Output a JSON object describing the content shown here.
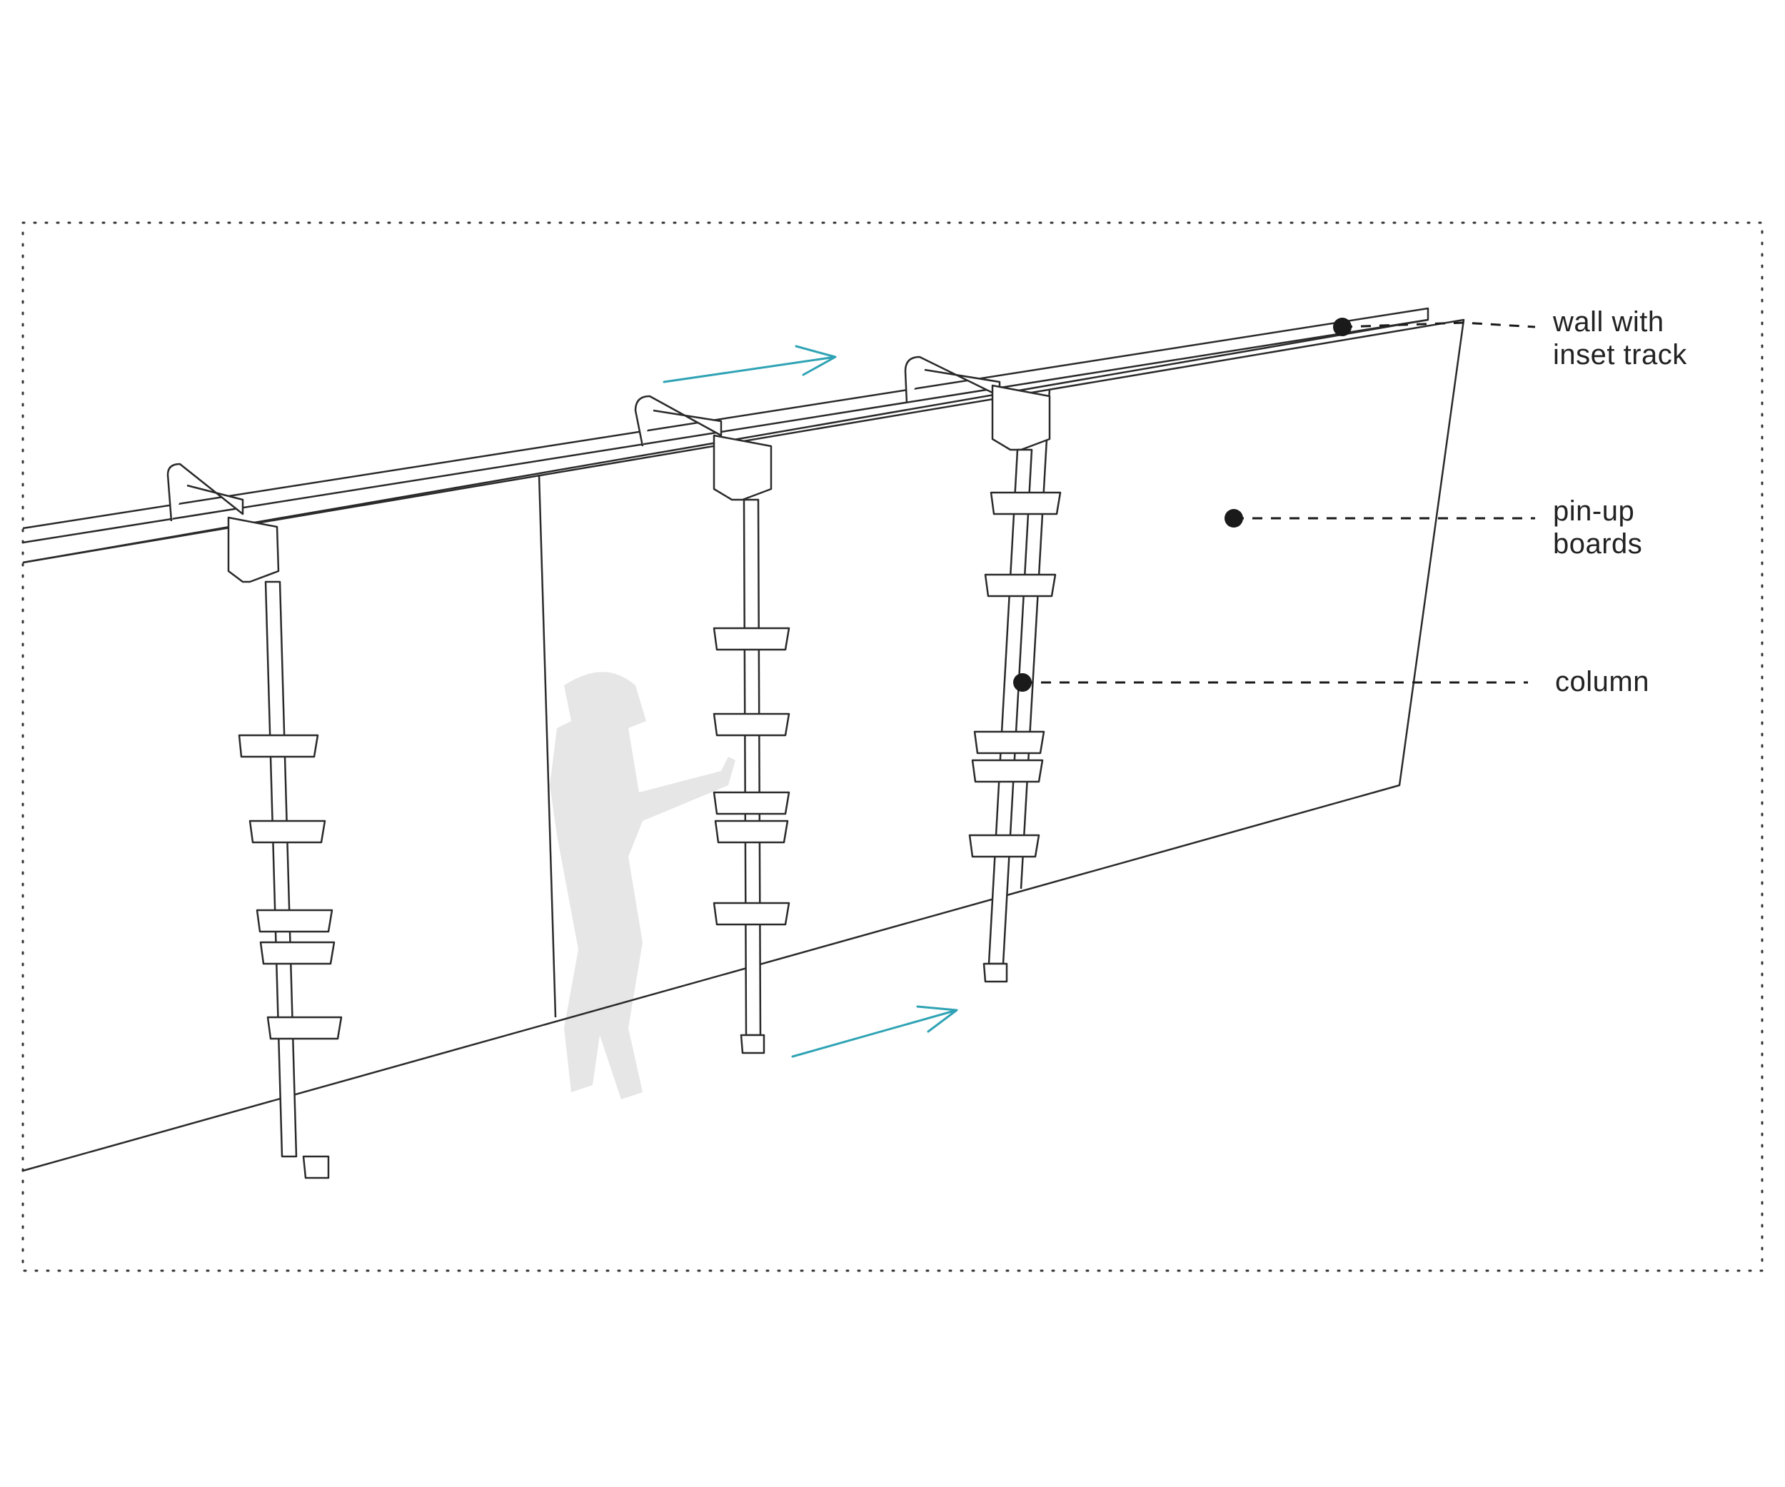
{
  "labels": {
    "wall_track": [
      "wall with",
      "inset track"
    ],
    "pinup": [
      "pin-up",
      "boards"
    ],
    "column": [
      "column"
    ]
  },
  "colors": {
    "line": "#2a2a2a",
    "arrow": "#2fa3b5",
    "person": "#e6e6e6",
    "leader": "#1a1a1a"
  }
}
